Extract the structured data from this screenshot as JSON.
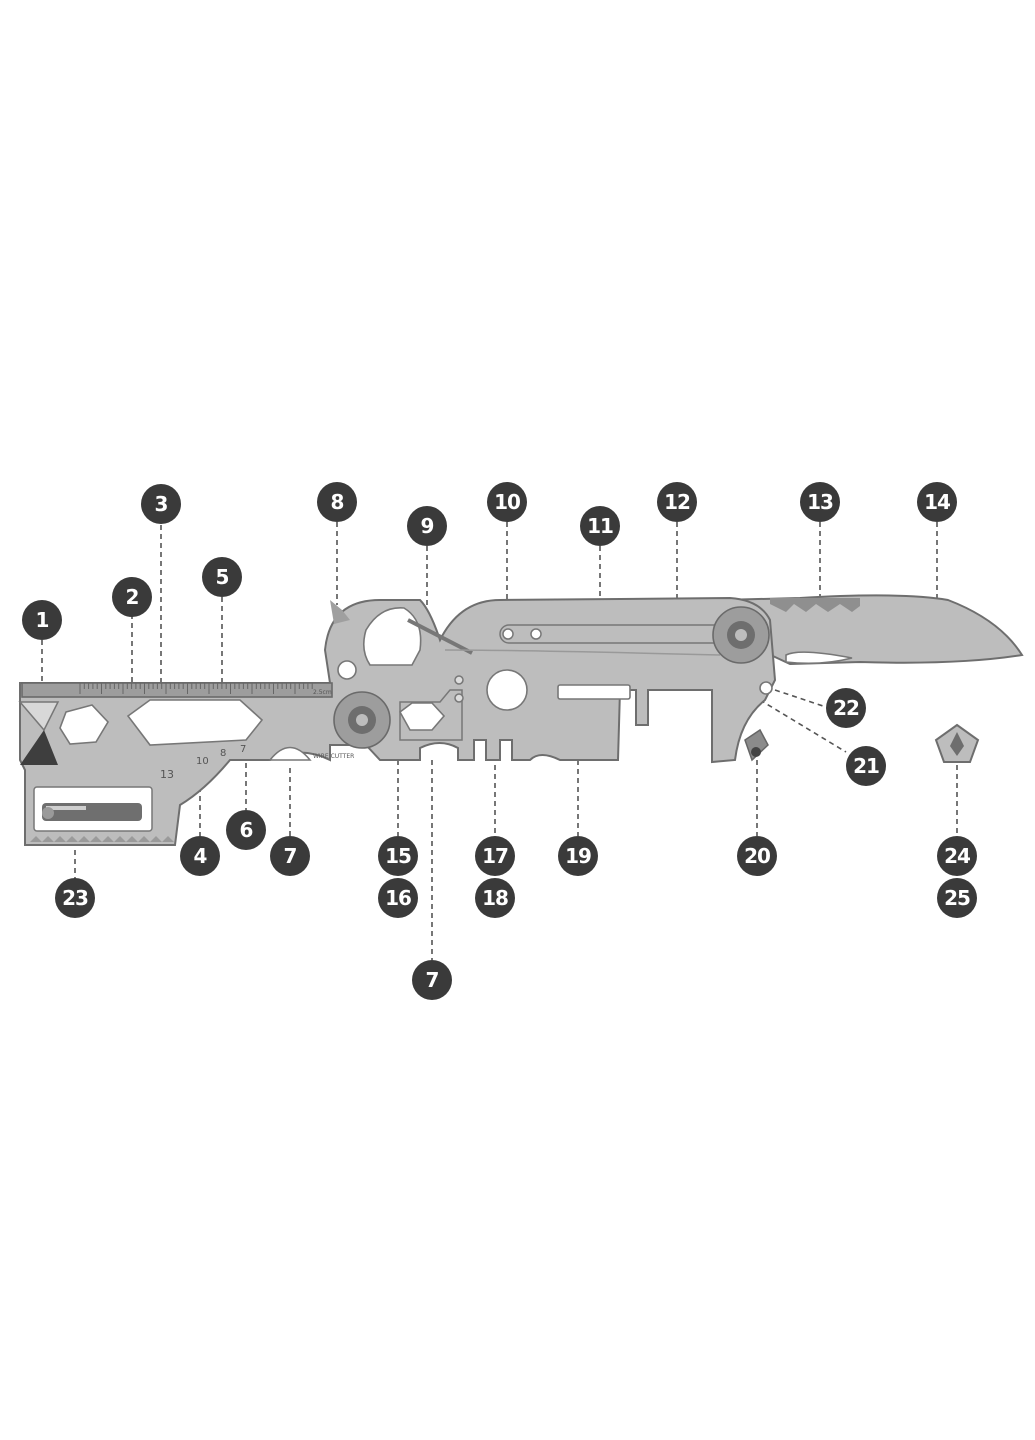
{
  "callouts": [
    {
      "id": "c1",
      "label": "1"
    },
    {
      "id": "c2",
      "label": "2"
    },
    {
      "id": "c3",
      "label": "3"
    },
    {
      "id": "c4",
      "label": "4"
    },
    {
      "id": "c5",
      "label": "5"
    },
    {
      "id": "c6",
      "label": "6"
    },
    {
      "id": "c7a",
      "label": "7"
    },
    {
      "id": "c7b",
      "label": "7"
    },
    {
      "id": "c8",
      "label": "8"
    },
    {
      "id": "c9",
      "label": "9"
    },
    {
      "id": "c10",
      "label": "10"
    },
    {
      "id": "c11",
      "label": "11"
    },
    {
      "id": "c12",
      "label": "12"
    },
    {
      "id": "c13",
      "label": "13"
    },
    {
      "id": "c14",
      "label": "14"
    },
    {
      "id": "c15",
      "label": "15"
    },
    {
      "id": "c16",
      "label": "16"
    },
    {
      "id": "c17",
      "label": "17"
    },
    {
      "id": "c18",
      "label": "18"
    },
    {
      "id": "c19",
      "label": "19"
    },
    {
      "id": "c20",
      "label": "20"
    },
    {
      "id": "c21",
      "label": "21"
    },
    {
      "id": "c22",
      "label": "22"
    },
    {
      "id": "c23",
      "label": "23"
    },
    {
      "id": "c24",
      "label": "24"
    },
    {
      "id": "c25",
      "label": "25"
    }
  ],
  "etched_text": {
    "ruler_end": "2.5cm",
    "wire_cutter": "WIRE CUTTER",
    "hex_13": "13",
    "hex_10": "10",
    "hex_8": "8",
    "hex_7": "7"
  }
}
